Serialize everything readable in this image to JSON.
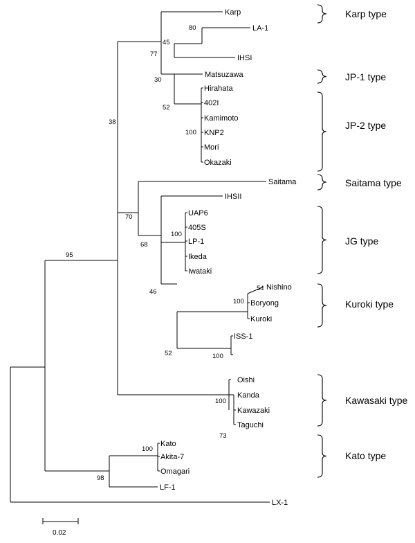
{
  "tree": {
    "taxa": [
      {
        "id": "karp",
        "label": "Karp"
      },
      {
        "id": "la1",
        "label": "LA-1"
      },
      {
        "id": "ihsi",
        "label": "IHSI"
      },
      {
        "id": "matsuzawa",
        "label": "Matsuzawa"
      },
      {
        "id": "hirahata",
        "label": "Hirahata"
      },
      {
        "id": "t402i",
        "label": "402I"
      },
      {
        "id": "kamimoto",
        "label": "Kamimoto"
      },
      {
        "id": "knp2",
        "label": "KNP2"
      },
      {
        "id": "mori",
        "label": "Mori"
      },
      {
        "id": "okazaki",
        "label": "Okazaki"
      },
      {
        "id": "saitama",
        "label": "Saitama"
      },
      {
        "id": "ihsii",
        "label": "IHSII"
      },
      {
        "id": "uap6",
        "label": "UAP6"
      },
      {
        "id": "t405s",
        "label": "405S"
      },
      {
        "id": "lp1",
        "label": "LP-1"
      },
      {
        "id": "ikeda",
        "label": "Ikeda"
      },
      {
        "id": "iwataki",
        "label": "Iwataki"
      },
      {
        "id": "nishino",
        "label": "Nishino"
      },
      {
        "id": "boryong",
        "label": "Boryong"
      },
      {
        "id": "kuroki",
        "label": "Kuroki"
      },
      {
        "id": "iss1",
        "label": "ISS-1"
      },
      {
        "id": "oishi",
        "label": "Oishi"
      },
      {
        "id": "kanda",
        "label": "Kanda"
      },
      {
        "id": "kawazaki",
        "label": "Kawazaki"
      },
      {
        "id": "taguchi",
        "label": "Taguchi"
      },
      {
        "id": "kato",
        "label": "Kato"
      },
      {
        "id": "akita7",
        "label": "Akita-7"
      },
      {
        "id": "omagari",
        "label": "Omagari"
      },
      {
        "id": "lf1",
        "label": "LF-1"
      },
      {
        "id": "lx1",
        "label": "LX-1"
      }
    ],
    "support_values": [
      {
        "id": "s77",
        "value": "77"
      },
      {
        "id": "s80",
        "value": "80"
      },
      {
        "id": "s45",
        "value": "45"
      },
      {
        "id": "s30",
        "value": "30"
      },
      {
        "id": "s52a",
        "value": "52"
      },
      {
        "id": "s100a",
        "value": "100"
      },
      {
        "id": "s38",
        "value": "38"
      },
      {
        "id": "s70",
        "value": "70"
      },
      {
        "id": "s68",
        "value": "68"
      },
      {
        "id": "s100b",
        "value": "100"
      },
      {
        "id": "s46",
        "value": "46"
      },
      {
        "id": "s54",
        "value": "54"
      },
      {
        "id": "s100c",
        "value": "100"
      },
      {
        "id": "s52b",
        "value": "52"
      },
      {
        "id": "s100d",
        "value": "100"
      },
      {
        "id": "s95",
        "value": "95"
      },
      {
        "id": "s100e",
        "value": "100"
      },
      {
        "id": "s73",
        "value": "73"
      },
      {
        "id": "s100f",
        "value": "100"
      },
      {
        "id": "s98",
        "value": "98"
      }
    ],
    "groups": [
      {
        "id": "karp-type",
        "label": "Karp type"
      },
      {
        "id": "jp1-type",
        "label": "JP-1 type"
      },
      {
        "id": "jp2-type",
        "label": "JP-2 type"
      },
      {
        "id": "saitama-type",
        "label": "Saitama type"
      },
      {
        "id": "jg-type",
        "label": "JG type"
      },
      {
        "id": "kuroki-type",
        "label": "Kuroki type"
      },
      {
        "id": "kawasaki-type",
        "label": "Kawasaki type"
      },
      {
        "id": "kato-type",
        "label": "Kato type"
      }
    ],
    "scale_bar": {
      "label": "0.02"
    }
  }
}
